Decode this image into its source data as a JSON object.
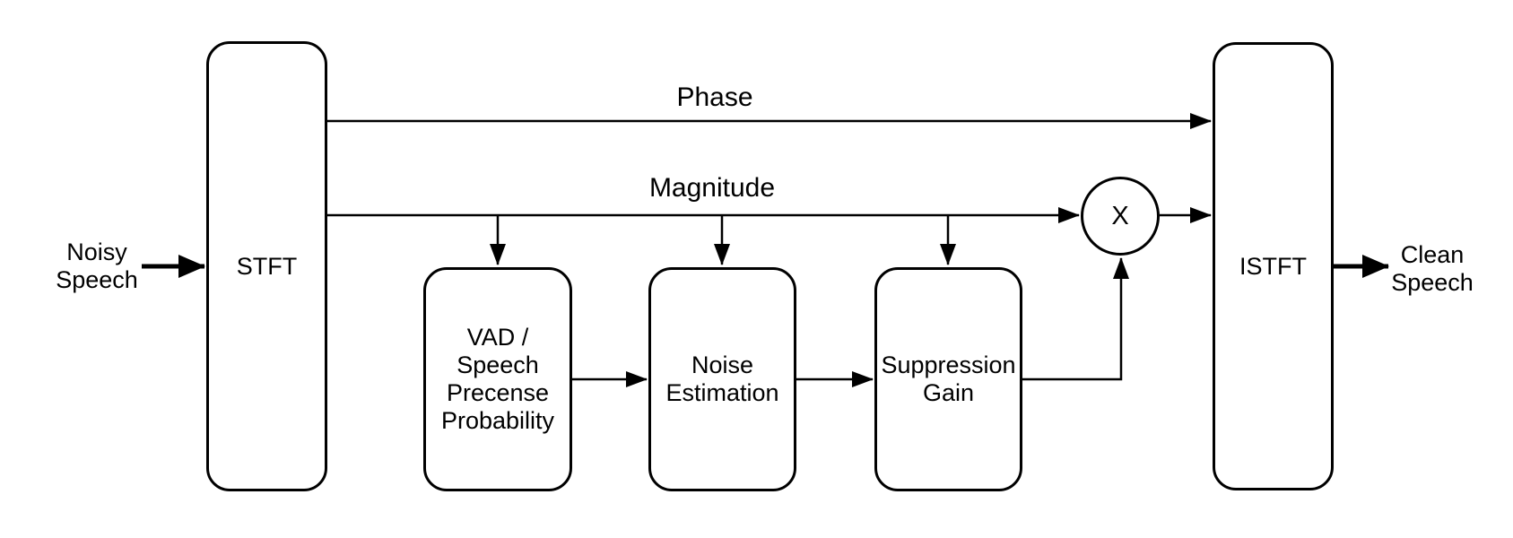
{
  "diagram": {
    "background_color": "#ffffff",
    "stroke_color": "#000000",
    "nodes": {
      "stft": {
        "label": "STFT"
      },
      "vad": {
        "label": "VAD /\nSpeech\nPrecense\nProbability"
      },
      "noise_estimation": {
        "label": "Noise\nEstimation"
      },
      "suppression_gain": {
        "label": "Suppression\nGain"
      },
      "multiply": {
        "label": "X"
      },
      "istft": {
        "label": "ISTFT"
      }
    },
    "edge_labels": {
      "phase": "Phase",
      "magnitude": "Magnitude"
    },
    "io_labels": {
      "input": "Noisy\nSpeech",
      "output": "Clean\nSpeech"
    },
    "edges": [
      {
        "from": "Noisy Speech",
        "to": "STFT",
        "label": ""
      },
      {
        "from": "STFT",
        "to": "ISTFT",
        "label": "Phase"
      },
      {
        "from": "STFT",
        "to": "X",
        "label": "Magnitude"
      },
      {
        "from": "Magnitude line",
        "to": "VAD / Speech Precense Probability",
        "label": ""
      },
      {
        "from": "Magnitude line",
        "to": "Noise Estimation",
        "label": ""
      },
      {
        "from": "Magnitude line",
        "to": "Suppression Gain",
        "label": ""
      },
      {
        "from": "VAD / Speech Precense Probability",
        "to": "Noise Estimation",
        "label": ""
      },
      {
        "from": "Noise Estimation",
        "to": "Suppression Gain",
        "label": ""
      },
      {
        "from": "Suppression Gain",
        "to": "X",
        "label": ""
      },
      {
        "from": "X",
        "to": "ISTFT",
        "label": ""
      },
      {
        "from": "ISTFT",
        "to": "Clean Speech",
        "label": ""
      }
    ]
  }
}
